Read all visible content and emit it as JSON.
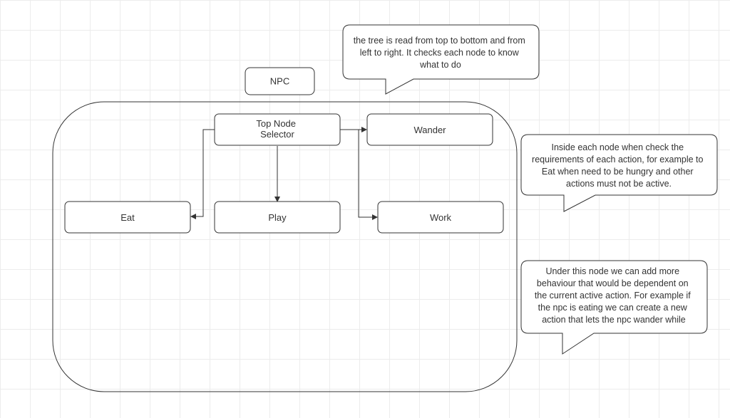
{
  "diagram": {
    "group_label": "NPC",
    "nodes": {
      "top": [
        "Top Node",
        "Selector"
      ],
      "wander": "Wander",
      "eat": "Eat",
      "play": "Play",
      "work": "Work"
    },
    "notes": [
      [
        "the tree is read from top to bottom and from",
        "left to right. It checks each node to know",
        "what to do"
      ],
      [
        "Inside each node when check the",
        "requirements of each action, for example to",
        "Eat when need to be hungry and other",
        "actions must not be active."
      ],
      [
        "Under this node we can add more",
        "behaviour that would be dependent on",
        "the current active action. For example if",
        "the npc is eating we can create a new",
        "action that lets the npc wander while"
      ]
    ],
    "colors": {
      "stroke": "#333333",
      "fill": "#ffffff",
      "grid": "#ececec"
    }
  }
}
